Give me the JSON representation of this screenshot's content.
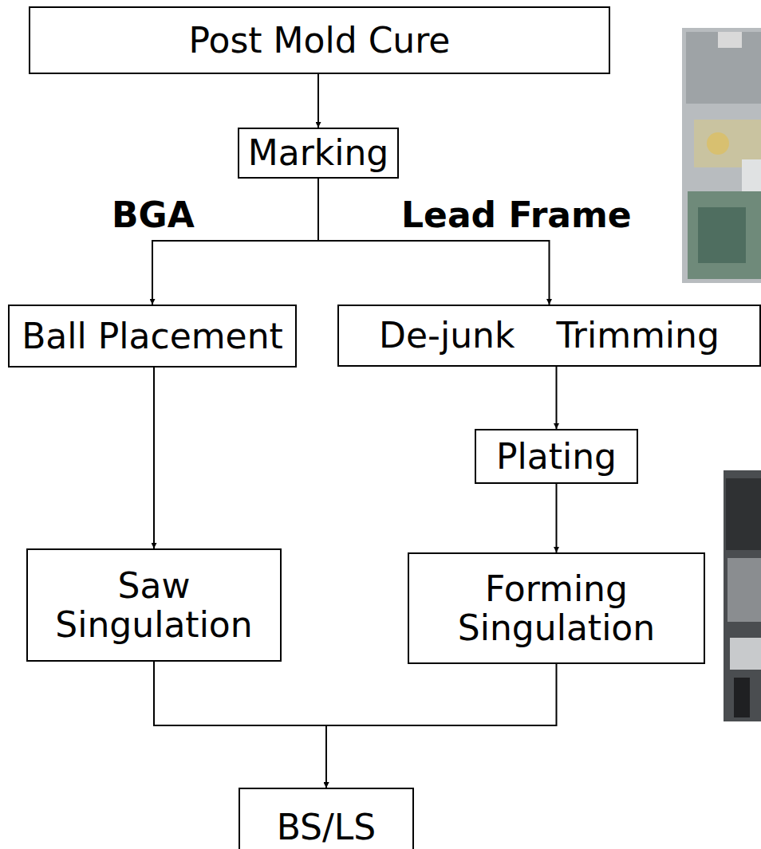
{
  "diagram": {
    "nodes": [
      {
        "text": [
          "Post Mold Cure"
        ]
      },
      {
        "text": [
          "Marking"
        ]
      },
      {
        "text": [
          "Ball Placement"
        ]
      },
      {
        "text": [
          "De-junk",
          "Trimming"
        ]
      },
      {
        "text": [
          "Plating"
        ]
      },
      {
        "text": [
          "Saw Singulation"
        ]
      },
      {
        "text": [
          "Forming Singulation"
        ]
      },
      {
        "text": [
          "BS/LS"
        ]
      }
    ],
    "edges": [
      {
        "from": 0,
        "to": 1,
        "arrow": "to"
      },
      {
        "from": 1,
        "to": 2,
        "arrow": "to"
      },
      {
        "from": 1,
        "to": 3,
        "arrow": "to"
      },
      {
        "from": 2,
        "to": 5,
        "arrow": "to"
      },
      {
        "from": 3,
        "to": 4,
        "arrow": "to"
      },
      {
        "from": 4,
        "to": 6,
        "arrow": "to"
      },
      {
        "from": 5,
        "to": 7,
        "arrow": "to"
      },
      {
        "from": 6,
        "to": 7,
        "arrow": "to"
      }
    ],
    "labels": [
      "BGA",
      "Lead Frame"
    ]
  }
}
